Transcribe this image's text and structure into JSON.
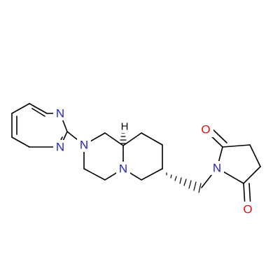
{
  "molecule": {
    "atoms": [
      {
        "id": "n_pym1",
        "label": "N",
        "color": "#1f1fd6"
      },
      {
        "id": "n_pym3",
        "label": "N",
        "color": "#1f1fd6"
      },
      {
        "id": "n_pip",
        "label": "N",
        "color": "#1f1fd6"
      },
      {
        "id": "n_bridge",
        "label": "N",
        "color": "#1f1fd6"
      },
      {
        "id": "n_imide",
        "label": "N",
        "color": "#1f1fd6"
      },
      {
        "id": "o_top",
        "label": "O",
        "color": "#e01010"
      },
      {
        "id": "o_bottom",
        "label": "O",
        "color": "#e01010"
      },
      {
        "id": "h_stereo",
        "label": "H",
        "color": "#000000"
      }
    ]
  }
}
